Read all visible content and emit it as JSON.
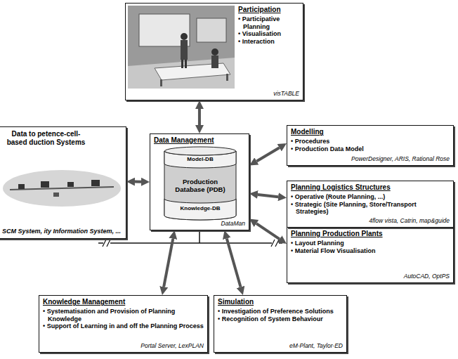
{
  "diagram": {
    "nodes": [
      {
        "text": [
          "Participation",
          "• Participative Planning",
          "• Visualisation",
          "• Interaction",
          "visTABLE"
        ]
      },
      {
        "text": [
          "Data to petence-cell-based duction Systems",
          "SCM System, ity Information System, ..."
        ]
      },
      {
        "text": [
          "Data Management",
          "DataMan"
        ]
      },
      {
        "text": [
          "Model-DB",
          "Production Database (PDB)",
          "Knowledge-DB"
        ],
        "in": 2
      },
      {
        "text": [
          "Modelling",
          "• Procedures",
          "• Production Data Model",
          "PowerDesigner, ARIS, Rational Rose"
        ]
      },
      {
        "text": [
          "Planning Logistics Structures",
          "• Operative (Route Planning, ...)",
          "• Strategic (Site Planning, Store/Transport Strategies)",
          "4flow vista, Catrin, map&guide"
        ]
      },
      {
        "text": [
          "Planning Production Plants",
          "• Layout Planning",
          "• Material Flow Visualisation",
          "AutoCAD, OptPS"
        ]
      },
      {
        "text": [
          "Knowledge Management",
          "• Systematisation and Provision of Planning Knowledge",
          "• Support of Learning in and off the Planning Process",
          "Portal Server, LexPLAN"
        ]
      },
      {
        "text": [
          "Simulation",
          "• Investigation of Preference Solutions",
          "• Recognition of System Behaviour",
          "eM-Plant, Taylor-ED"
        ]
      }
    ],
    "edges": [
      {
        "from": 2,
        "to": 0,
        "arrow": "both"
      },
      {
        "from": 2,
        "to": 1,
        "arrow": "both"
      },
      {
        "from": 2,
        "to": 4,
        "arrow": "both"
      },
      {
        "from": 2,
        "to": 5,
        "arrow": "both"
      },
      {
        "from": 2,
        "to": 6,
        "arrow": "both"
      },
      {
        "from": 2,
        "to": 7,
        "arrow": "both"
      },
      {
        "from": 2,
        "to": 8,
        "arrow": "both"
      }
    ]
  }
}
